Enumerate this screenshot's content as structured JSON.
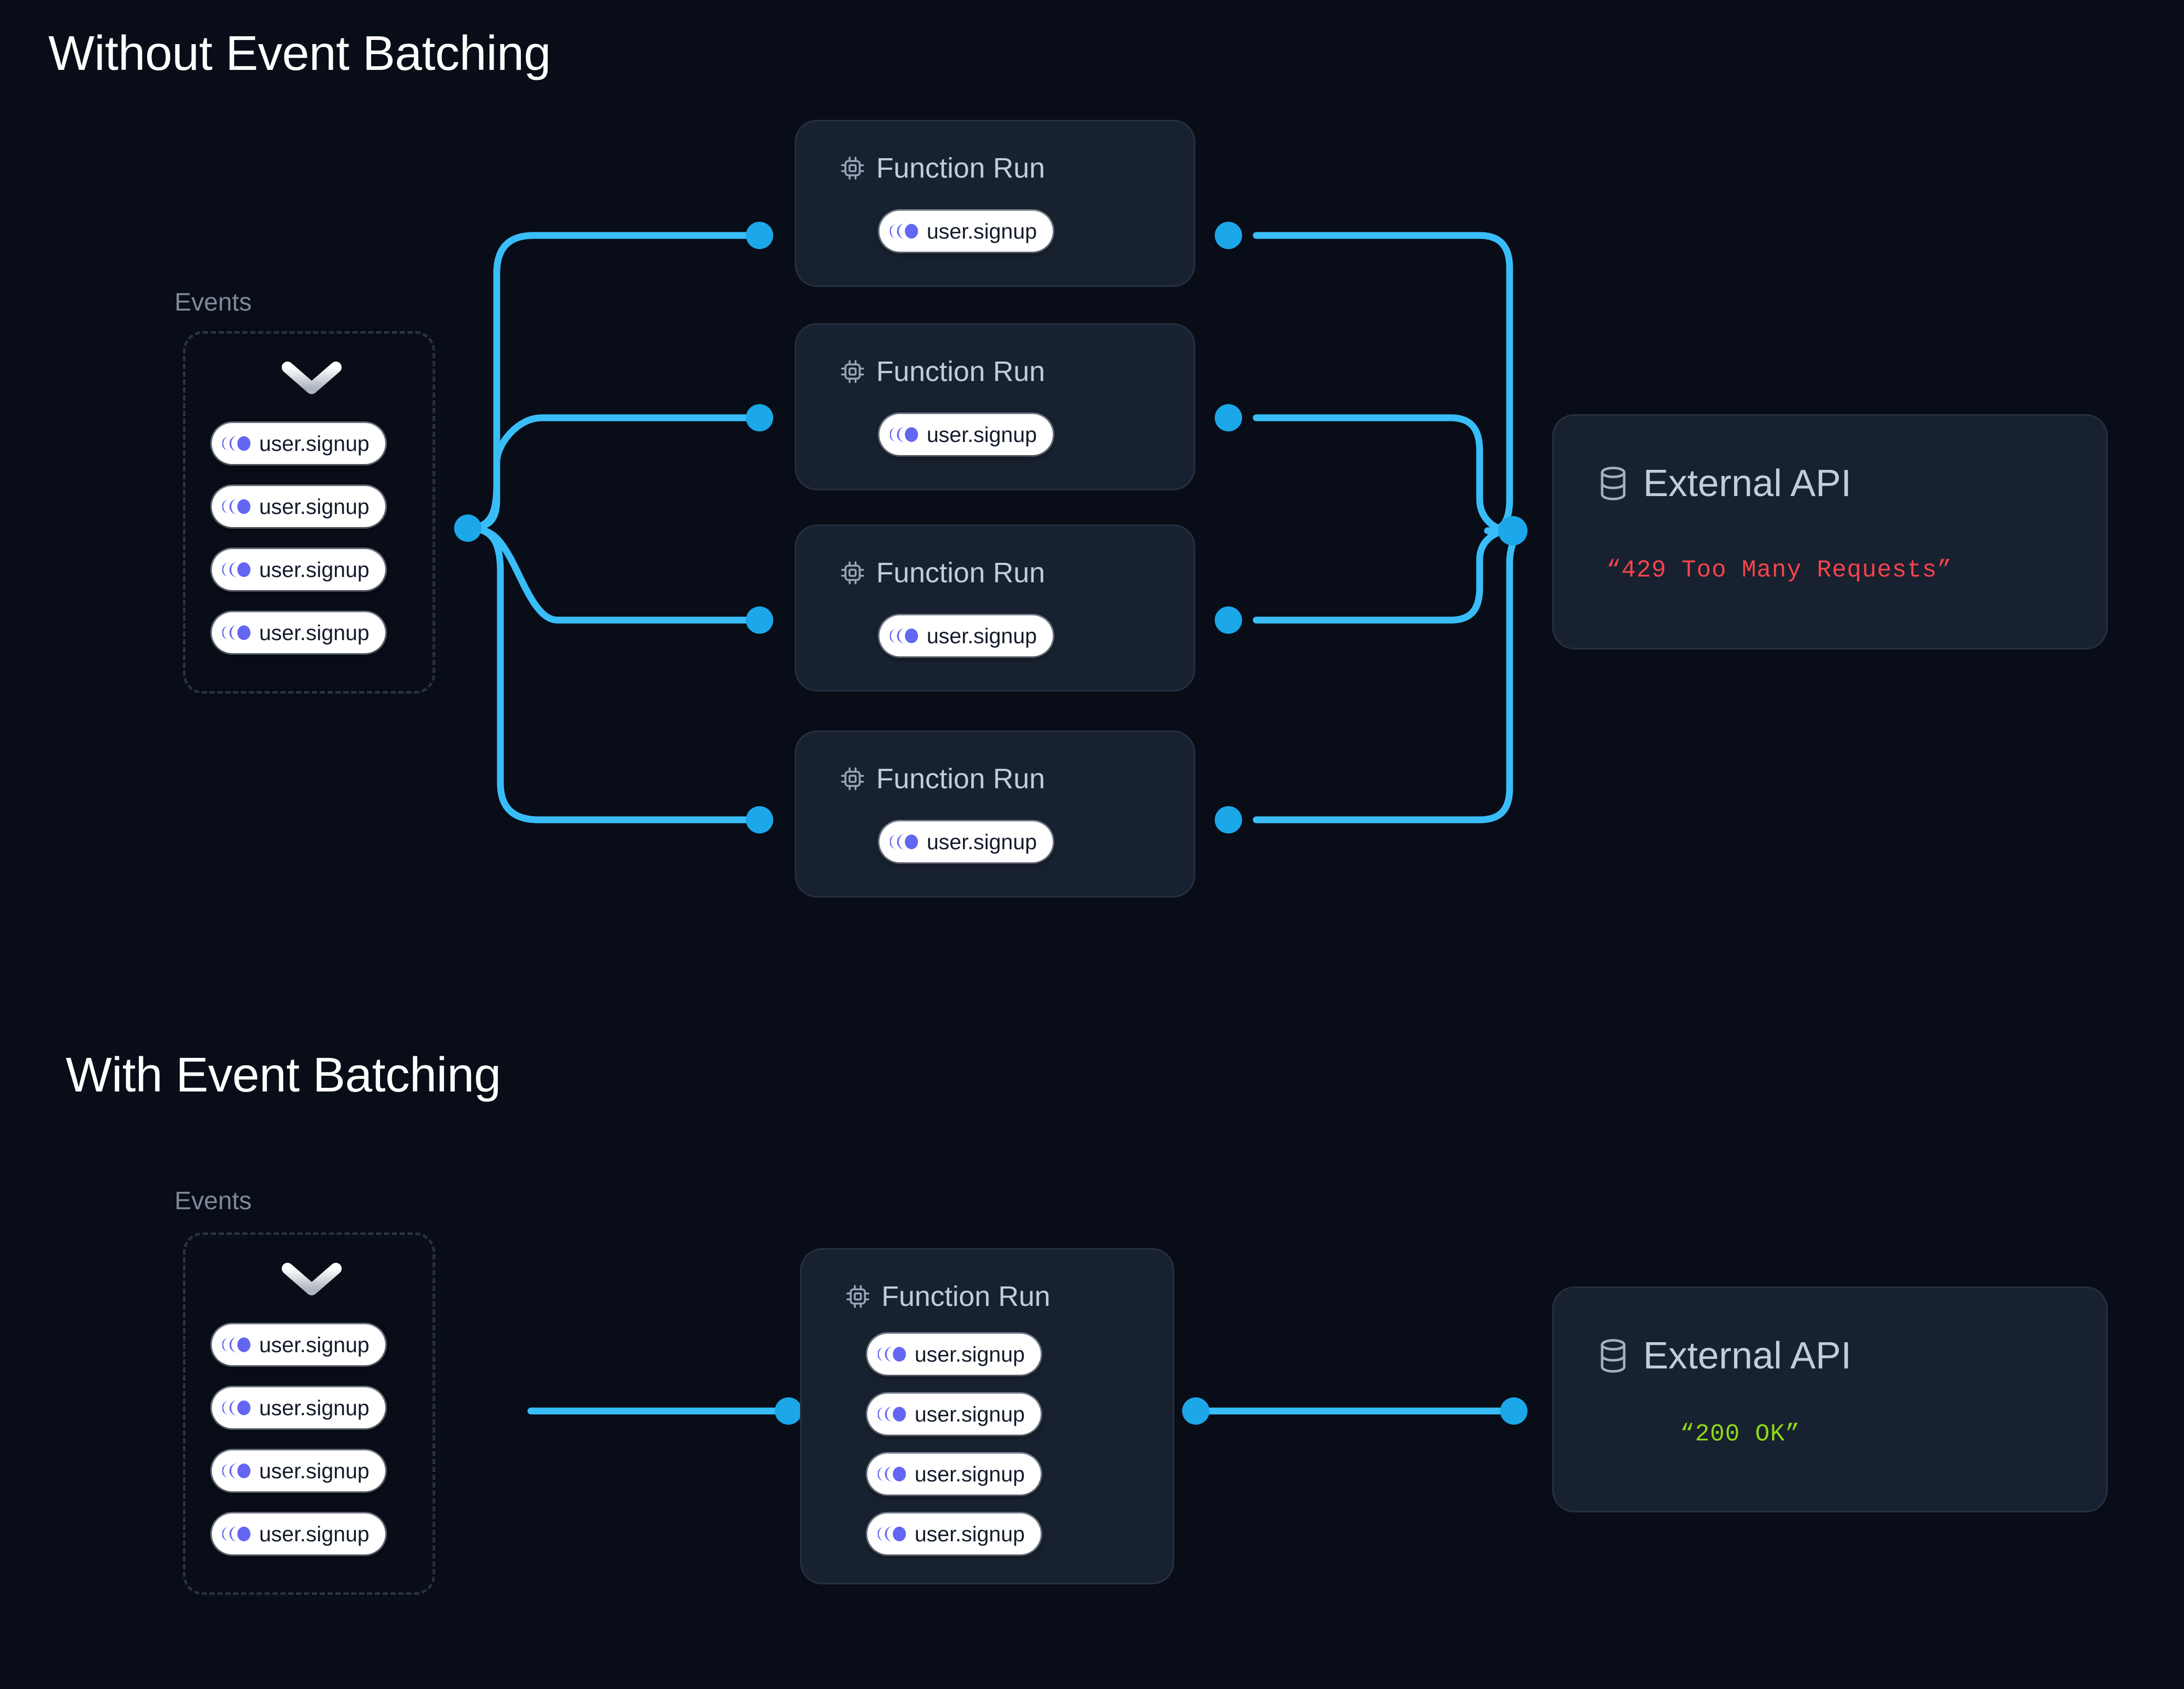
{
  "page": {
    "background": "#080D17",
    "accent_line": "#38BDF8",
    "accent_dot": "#1CA7E8",
    "event_badge_icon_color": "#6366F1",
    "card_bg": "#18212F",
    "card_border": "#26303F",
    "muted_text": "#7D899B",
    "header_text": "#C3CCDA"
  },
  "sections": [
    {
      "id": "without-batching",
      "title": "Without Event Batching",
      "events": {
        "label": "Events",
        "chevron_icon": "chevron-down-icon",
        "badges": [
          {
            "icon": "event-comet-icon",
            "label": "user.signup"
          },
          {
            "icon": "event-comet-icon",
            "label": "user.signup"
          },
          {
            "icon": "event-comet-icon",
            "label": "user.signup"
          },
          {
            "icon": "event-comet-icon",
            "label": "user.signup"
          }
        ]
      },
      "function_runs": [
        {
          "icon": "cpu-chip-icon",
          "title": "Function Run",
          "badges": [
            {
              "label": "user.signup"
            }
          ]
        },
        {
          "icon": "cpu-chip-icon",
          "title": "Function Run",
          "badges": [
            {
              "label": "user.signup"
            }
          ]
        },
        {
          "icon": "cpu-chip-icon",
          "title": "Function Run",
          "badges": [
            {
              "label": "user.signup"
            }
          ]
        },
        {
          "icon": "cpu-chip-icon",
          "title": "Function Run",
          "badges": [
            {
              "label": "user.signup"
            }
          ]
        }
      ],
      "external_api": {
        "icon": "database-icon",
        "title": "External API",
        "status_text": "“429 Too Many Requests”",
        "status_color": "#F4444C"
      }
    },
    {
      "id": "with-batching",
      "title": "With Event Batching",
      "events": {
        "label": "Events",
        "chevron_icon": "chevron-down-icon",
        "badges": [
          {
            "icon": "event-comet-icon",
            "label": "user.signup"
          },
          {
            "icon": "event-comet-icon",
            "label": "user.signup"
          },
          {
            "icon": "event-comet-icon",
            "label": "user.signup"
          },
          {
            "icon": "event-comet-icon",
            "label": "user.signup"
          }
        ]
      },
      "function_runs": [
        {
          "icon": "cpu-chip-icon",
          "title": "Function Run",
          "badges": [
            {
              "label": "user.signup"
            },
            {
              "label": "user.signup"
            },
            {
              "label": "user.signup"
            },
            {
              "label": "user.signup"
            }
          ]
        }
      ],
      "external_api": {
        "icon": "database-icon",
        "title": "External API",
        "status_text": "“200 OK”",
        "status_color": "#8CD918"
      }
    }
  ]
}
